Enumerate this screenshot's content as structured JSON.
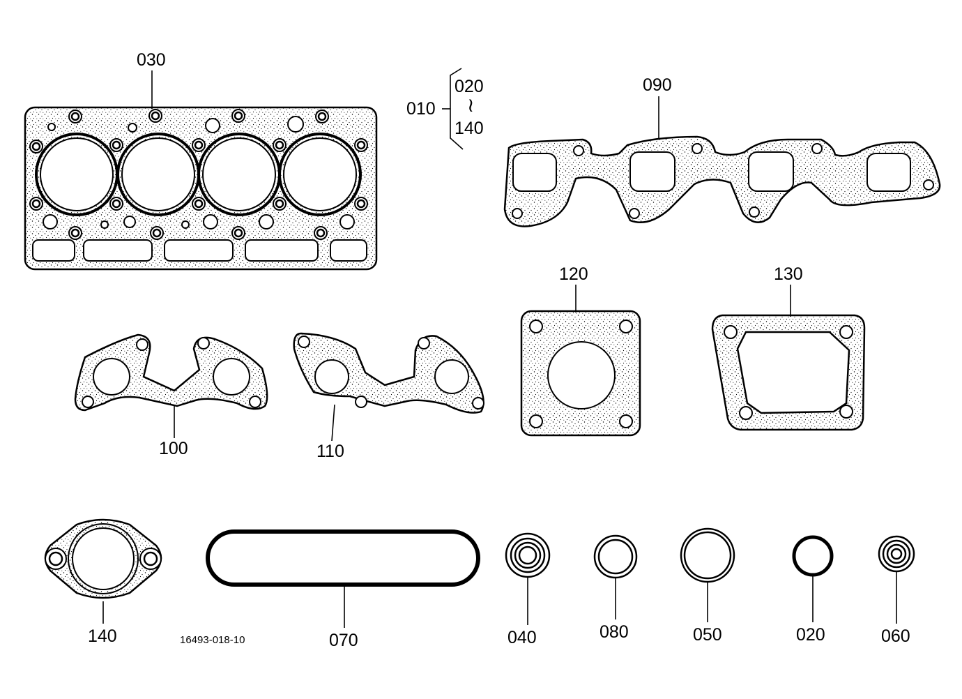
{
  "diagram": {
    "callouts": {
      "p030": "030",
      "p090": "090",
      "p100": "100",
      "p110": "110",
      "p120": "120",
      "p130": "130",
      "p140": "140",
      "p070": "070",
      "p040": "040",
      "p080": "080",
      "p050": "050",
      "p020": "020",
      "p060": "060"
    },
    "set_bracket": {
      "label": "010",
      "range_from": "020",
      "range_sep": "≀",
      "range_to": "140"
    },
    "drawing_ref": "16493-018-10"
  }
}
